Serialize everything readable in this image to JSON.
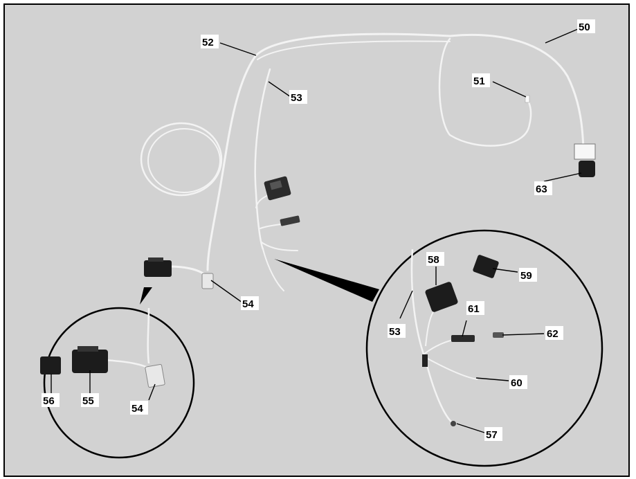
{
  "figure": {
    "background": "#d2d2d2",
    "wire_color": "#f2f2f2",
    "connector_color": "#1c1c1c"
  },
  "callouts": {
    "c50": "50",
    "c51": "51",
    "c52": "52",
    "c53": "53",
    "c53_detail": "53",
    "c54": "54",
    "c54_detail": "54",
    "c55": "55",
    "c56": "56",
    "c57": "57",
    "c58": "58",
    "c59": "59",
    "c60": "60",
    "c61": "61",
    "c62": "62",
    "c63": "63"
  }
}
